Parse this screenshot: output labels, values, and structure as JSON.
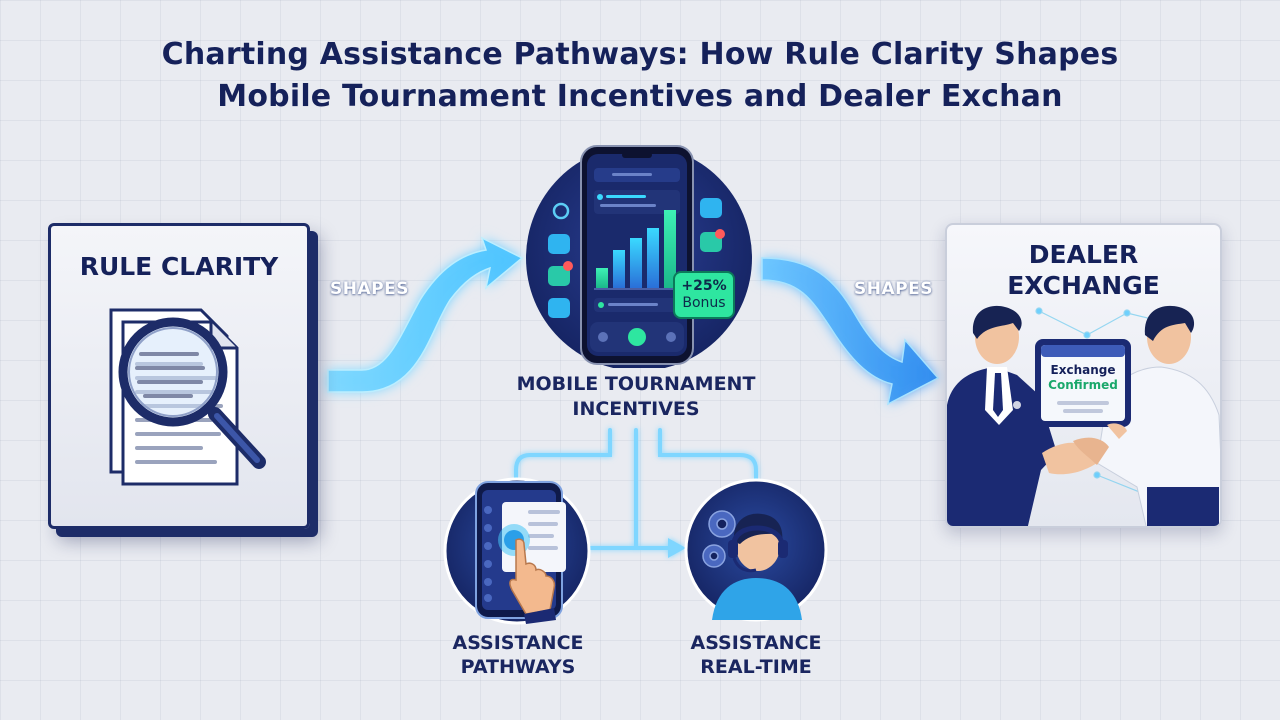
{
  "title": {
    "line1": "Charting Assistance Pathways: How Rule Clarity Shapes",
    "line2": "Mobile Tournament Incentives and Dealer Exchan"
  },
  "rule_clarity": {
    "label": "RULE CLARITY"
  },
  "edges": {
    "left_label": "SHAPES",
    "right_label": "SHAPES"
  },
  "mobile_tournament": {
    "label_line1": "MOBILE TOURNAMENT",
    "label_line2": "INCENTIVES",
    "bonus_line1": "+25%",
    "bonus_line2": "Bonus"
  },
  "dealer_exchange": {
    "label_line1": "DEALER",
    "label_line2": "EXCHANGE",
    "screen_line1": "Exchange",
    "screen_line2": "Confirmed"
  },
  "assistance_pathways": {
    "label_line1": "ASSISTANCE",
    "label_line2": "PATHWAYS"
  },
  "assistance_realtime": {
    "label_line1": "ASSISTANCE",
    "label_line2": "REAL-TIME"
  },
  "colors": {
    "navy": "#15215a",
    "glow_blue": "#4fc8ff",
    "bonus_green": "#2ee6a0",
    "confirmed_green": "#1aa86b"
  }
}
